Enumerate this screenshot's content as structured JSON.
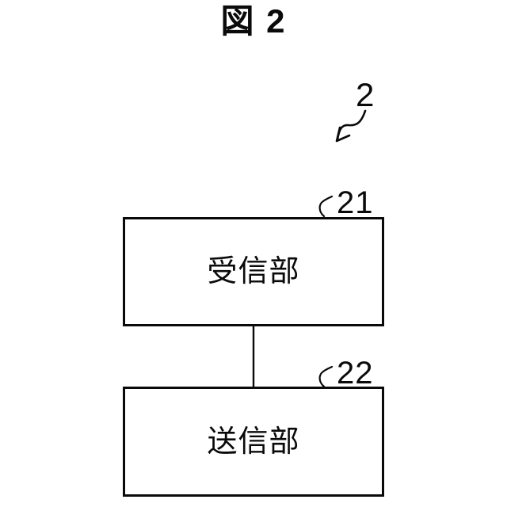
{
  "figure": {
    "title": "図 2",
    "system_reference": "2",
    "blocks": [
      {
        "label": "受信部",
        "ref": "21"
      },
      {
        "label": "送信部",
        "ref": "22"
      }
    ]
  },
  "colors": {
    "ink": "#0a0a0a",
    "background": "#ffffff"
  }
}
